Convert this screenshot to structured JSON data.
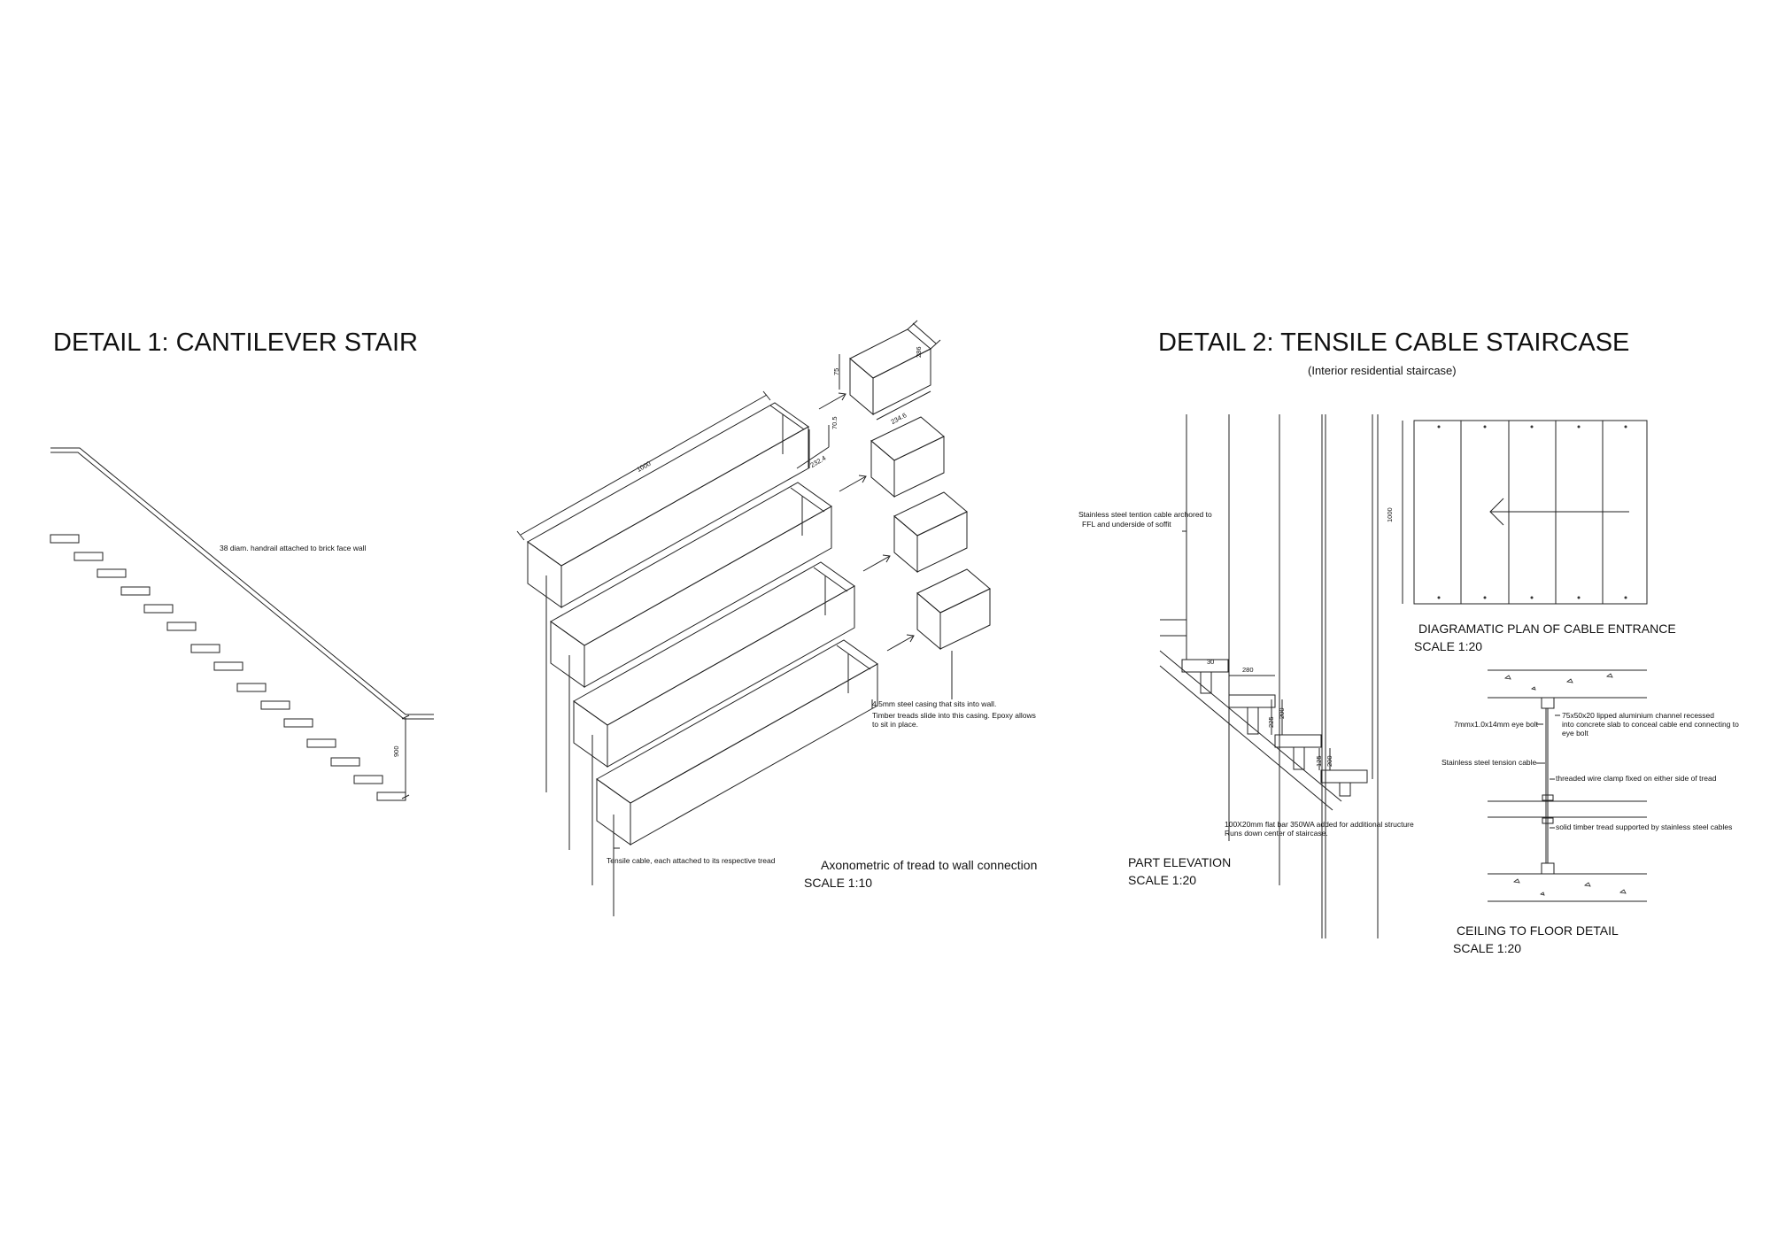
{
  "detail1": {
    "title": "DETAIL 1: CANTILEVER STAIR",
    "handrail_note": "38 diam. handrail attached to brick face wall",
    "height_dim": "900"
  },
  "axo": {
    "caption": "Axonometric of tread to wall connection",
    "scale": "SCALE 1:10",
    "dims": {
      "length": "1000",
      "casing_depth": "232.4",
      "casing_height": "70.5",
      "block_w": "286",
      "block_d": "234.6",
      "block_h": "75"
    },
    "notes": {
      "casing": "4.5mm steel casing that sits into wall.",
      "timber_l1": "Timber treads slide into this casing. Epoxy allows",
      "timber_l2": "to sit in place.",
      "cable": "Tensile cable, each attached to its respective tread"
    }
  },
  "detail2": {
    "title": "DETAIL 2: TENSILE CABLE STAIRCASE",
    "subtitle": "(Interior residential staircase)",
    "elevation": {
      "caption": "PART ELEVATION",
      "scale": "SCALE 1:20",
      "cable_note_l1": "Stainless steel tention cable archored to",
      "cable_note_l2": "FFL and underside of soffit",
      "flatbar_l1": "100X20mm flat bar 350WA added for additional structure",
      "flatbar_l2": "Runs down center of staircase.",
      "dims": {
        "d30": "30",
        "d280": "280",
        "d225": "225",
        "d200a": "200",
        "d125": "125",
        "d200b": "200"
      }
    },
    "plan": {
      "caption": "DIAGRAMATIC PLAN OF CABLE ENTRANCE",
      "scale": "SCALE 1:20",
      "dim": "1000"
    },
    "section": {
      "caption": "CEILING TO FLOOR DETAIL",
      "scale": "SCALE 1:20",
      "channel_l1": "75x50x20 lipped aluminium channel recessed",
      "channel_l2": "into concrete slab to conceal cable end connecting to",
      "channel_l3": "eye bolt",
      "eyebolt": "7mmx1.0x14mm eye bolt",
      "cable": "Stainless steel tension cable",
      "clamp": "threaded wire clamp fixed on either side of tread",
      "tread": "solid timber tread supported by stainless steel cables"
    }
  }
}
